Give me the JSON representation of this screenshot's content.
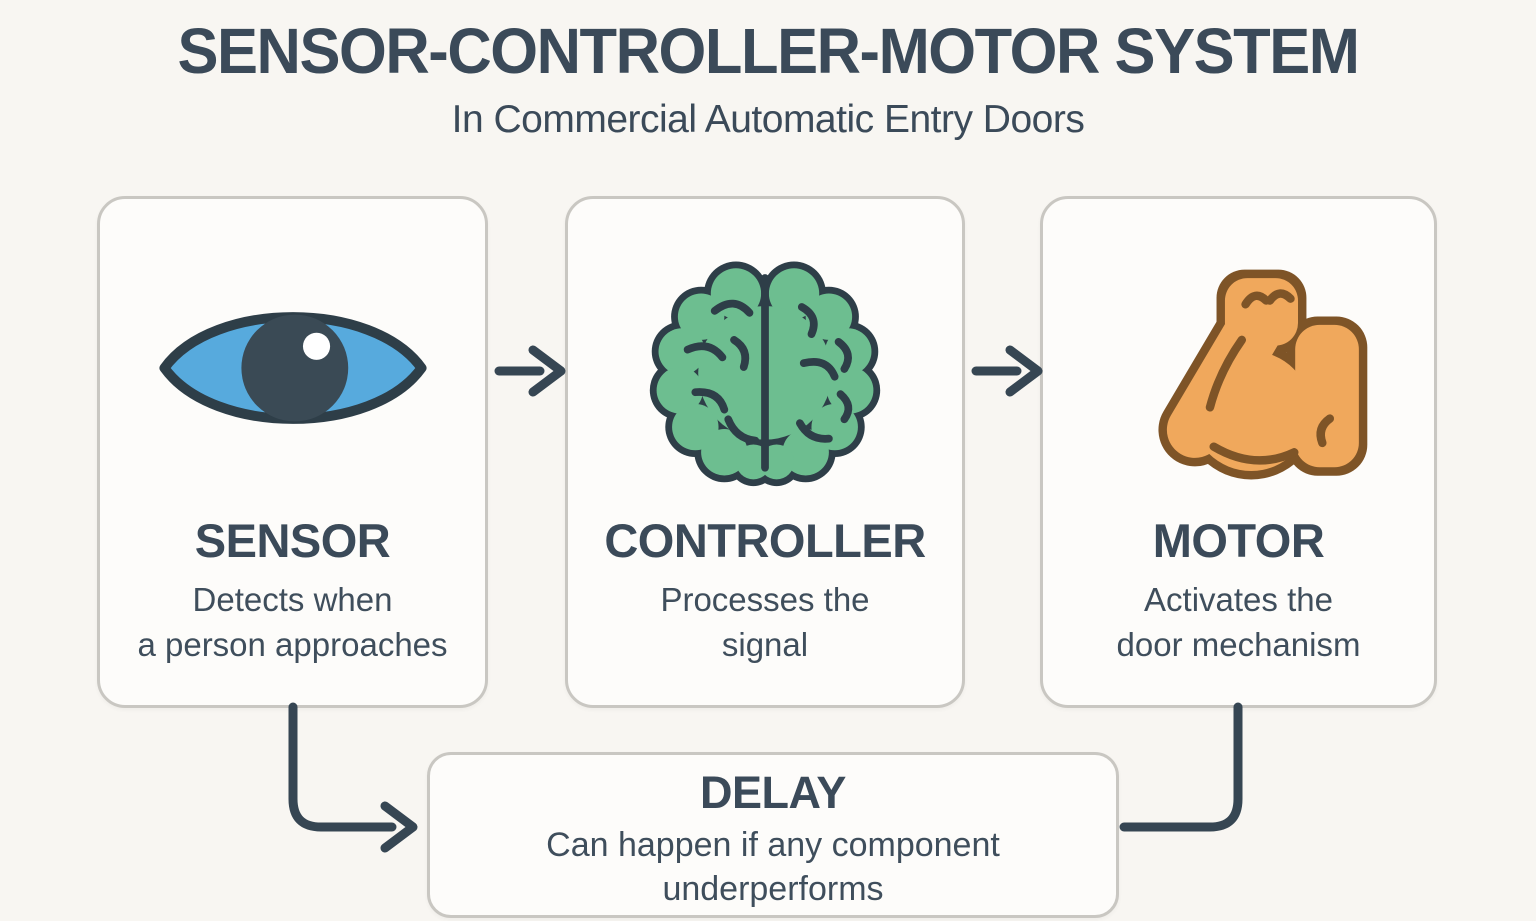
{
  "page": {
    "title": "SENSOR-CONTROLLER-MOTOR SYSTEM",
    "subtitle": "In Commercial Automatic Entry Doors"
  },
  "cards": [
    {
      "id": "sensor",
      "icon": "eye-icon",
      "title": "SENSOR",
      "description": "Detects when\na person approaches"
    },
    {
      "id": "controller",
      "icon": "brain-icon",
      "title": "CONTROLLER",
      "description": "Processes the\nsignal"
    },
    {
      "id": "motor",
      "icon": "muscle-arm-icon",
      "title": "MOTOR",
      "description": "Activates the\ndoor mechanism"
    }
  ],
  "delay_box": {
    "title": "DELAY",
    "description": "Can happen if any component\nunderperforms"
  },
  "flow": {
    "arrows": [
      "sensor-to-controller",
      "controller-to-motor",
      "sensor-to-delay",
      "motor-to-delay"
    ]
  },
  "colors": {
    "bg": "#f8f6f2",
    "card_bg": "#fdfcfa",
    "card_border": "#c9c7c2",
    "text_dark": "#3b4a59",
    "text_body": "#3f4e5c",
    "connector": "#364653",
    "icon_dark": "#2e3e48",
    "eye_blue": "#57aadd",
    "eye_pupil": "#3a4a55",
    "eye_glint": "#ffffff",
    "brain_green": "#6dbe90",
    "arm_orange": "#f0a85c",
    "arm_outline": "#7e5427"
  }
}
